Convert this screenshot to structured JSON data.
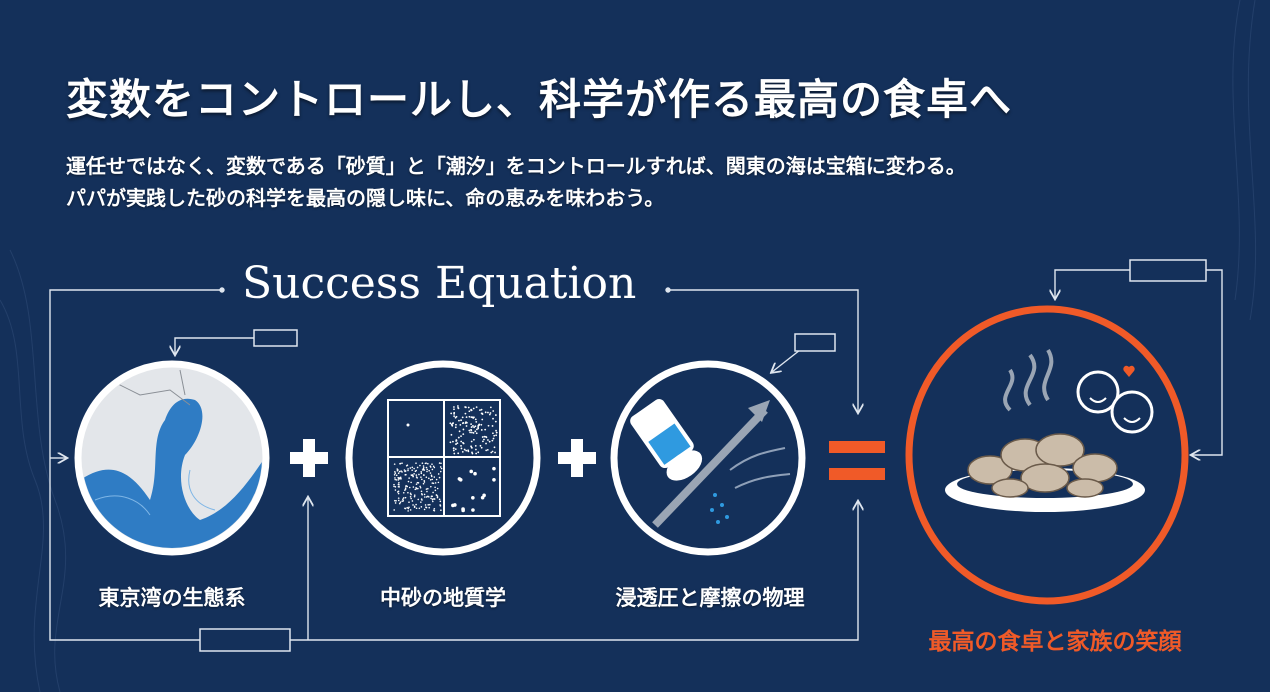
{
  "header": {
    "title": "変数をコントロールし、科学が作る最高の食卓へ",
    "subtitle_line1": "運任せではなく、変数である「砂質」と「潮汐」をコントロールすれば、関東の海は宝箱に変わる。",
    "subtitle_line2": "パパが実践した砂の科学を最高の隠し味に、命の恵みを味わおう。"
  },
  "equation": {
    "title": "Success Equation",
    "terms": [
      {
        "label": "東京湾の生態系",
        "icon": "tokyo-bay-map-icon"
      },
      {
        "label": "中砂の地質学",
        "icon": "sand-grain-grid-icon"
      },
      {
        "label": "浸透圧と摩擦の物理",
        "icon": "salt-shaker-icon"
      }
    ],
    "result": {
      "label": "最高の食卓と家族の笑顔",
      "icon": "clam-dish-family-icon"
    }
  },
  "colors": {
    "background": "#14305a",
    "accent": "#f05a28",
    "water": "#2f7cc4"
  }
}
